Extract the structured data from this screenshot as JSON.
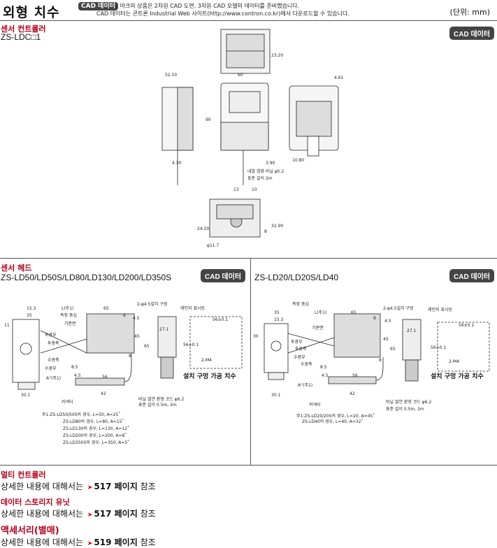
{
  "header": {
    "title": "외형 치수",
    "cad_badge": "CAD 데이터",
    "note_line1": "마크의 상품은 2차원 CAD 도면, 3차원 CAD 모델의 데이터를 준비했습니다.",
    "note_line2": "CAD 데이터는 콘트론 Industrial Web 사이트(http://www.contron.co.kr)에서 다운로드할 수 있습니다.",
    "units": "(단위: mm)"
  },
  "controller": {
    "section_title": "센서 컨트롤러",
    "model": "ZS-LDC□1",
    "cad_badge": "CAD 데이터",
    "dims": {
      "d1": "23.20",
      "d2": "52.50",
      "d3": "60",
      "d4": "4.61",
      "d5": "90",
      "d6": "4.30",
      "d7": "3.90",
      "d8": "10.80",
      "d9": "13",
      "d10": "10",
      "d11": "24.20",
      "d12": "8",
      "d13": "32.90",
      "d14": "φ11.7"
    },
    "cable_note1": "내열 염화 비닐 φ5.2",
    "cable_note2": "표준 길이 2m"
  },
  "head_left": {
    "section_title": "센서 헤드",
    "model": "ZS-LD50/LD50S/LD80/LD130/LD200/LD350S",
    "cad_badge": "CAD 데이터",
    "labels": {
      "l1": "L(주1)",
      "meas_center": "측정 중심",
      "ref_plane": "기준면",
      "emitter": "투광부",
      "receiver": "수광축",
      "receiver2": "수광부",
      "axis": "투광축",
      "a_note": "A°(주1)",
      "connector": "커넥터",
      "holes": "2-φ4.5설치 구멍",
      "laser": "레인지 표시등",
      "mount_title": "설치 구멍 가공 치수",
      "m4": "2-M4"
    },
    "dims": {
      "d1": "15.3",
      "d2": "35",
      "d3": "11",
      "d4": "65",
      "d5": "8",
      "d6": "4.5",
      "d7": "45",
      "d8": "65",
      "d9": "8",
      "d10": "4.5",
      "d11": "56",
      "d12": "8.5",
      "d13": "42",
      "d14": "30.1",
      "d15": "27.1",
      "d16": "56±0.1",
      "d17": "56±0.1"
    },
    "cable_note1": "비닐 절연 환형 코드 φ6.2",
    "cable_note2": "표준 길이 0.5m, 2m",
    "notes": [
      "주1:ZS-LD50/50S의 경우, L=50, A=25˚",
      "ZS-LD80의 경우, L=80, A=15˚",
      "ZS-LD130의 경우, L=130, A=12˚",
      "ZS-LD200의 경우, L=200, A=8˚",
      "ZS-LD350S의 경우, L=350, A=5˚"
    ]
  },
  "head_right": {
    "model": "ZS-LD20/LD20S/LD40",
    "cad_badge": "CAD 데이터",
    "labels": {
      "l1": "L(주1)",
      "meas_center": "측정 중심",
      "ref_plane": "기준면",
      "emitter": "투광부",
      "receiver": "수광축",
      "receiver2": "수광부",
      "axis": "투광축",
      "a_note": "A°(주1)",
      "connector": "커넥터",
      "holes": "2-φ4.5설치 구멍",
      "laser": "레인지 표시등",
      "mount_title": "설치 구멍 가공 치수",
      "m4": "2-M4"
    },
    "dims": {
      "d1": "35",
      "d2": "15.3",
      "d3": "30",
      "d4": "65",
      "d5": "8",
      "d6": "4.5",
      "d7": "45",
      "d8": "65",
      "d9": "8",
      "d10": "4.5",
      "d11": "56",
      "d12": "8.5",
      "d13": "42",
      "d14": "30.1",
      "d15": "27.1",
      "d16": "56±0.1",
      "d17": "56±0.1"
    },
    "cable_note1": "비닐 절연 환형 코드 φ6.2",
    "cable_note2": "표준 길이 0.5m, 2m",
    "notes": [
      "주1:ZS-LD20/20S의 경우, L=20, A=45˚",
      "ZS-LD40의 경우, L=40, A=32˚"
    ]
  },
  "refs": [
    {
      "title": "멀티 컨트롤러",
      "prefix": "상세한 내용에 대해서는",
      "page": "517 페이지",
      "suffix": "참조"
    },
    {
      "title": "데이터 스토리지 유닛",
      "prefix": "상세한 내용에 대해서는",
      "page": "517 페이지",
      "suffix": "참조"
    },
    {
      "title": "액세서리(별매)",
      "prefix": "상세한 내용에 대해서는",
      "page": "519 페이지",
      "suffix": "참조"
    }
  ]
}
